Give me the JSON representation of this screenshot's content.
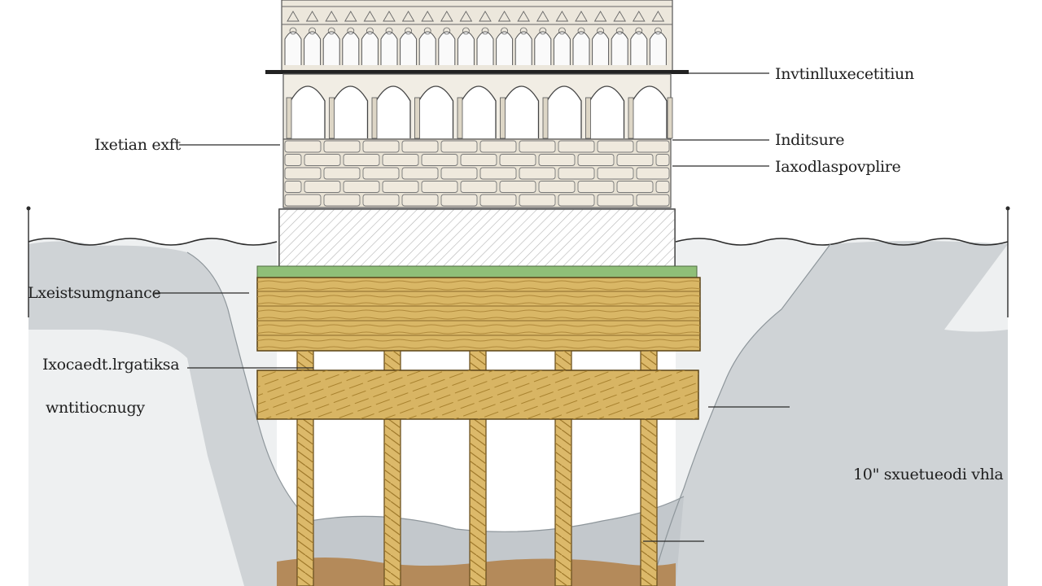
{
  "diagram": {
    "labels": {
      "top_right": "Invtinlluxecetitiun",
      "left_upper": "Ixetian exft",
      "right_mid1": "Inditsure",
      "right_mid2": "Iaxodlaspovplire",
      "left_mid": "Lxeistsumgnance",
      "left_lower1": "Ixocaedt.lrgatiksa",
      "left_lower2": "wntitiocnugy",
      "right_lower": "10\" sxuetueodi vhla"
    },
    "colors": {
      "sky": "#ffffff",
      "water": "#cfd3d6",
      "sediment": "#e9ecee",
      "masonry": "#e8e2d4",
      "timber": "#d9b766",
      "timber_dark": "#a88434",
      "moss": "#8fbf78",
      "mud": "#b48a5a",
      "ink": "#2b2b2b"
    }
  }
}
